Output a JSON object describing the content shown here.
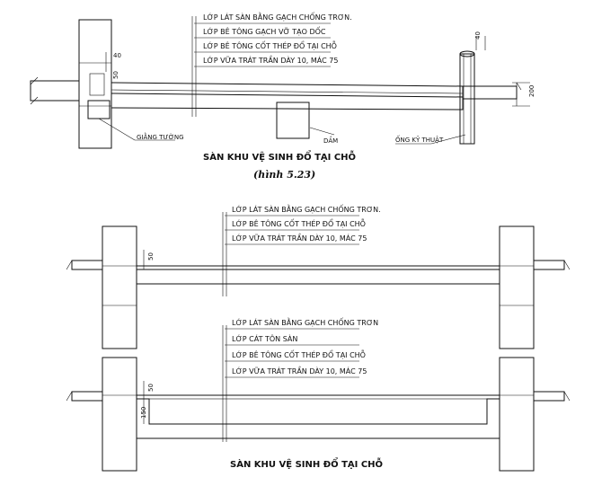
{
  "figure_caption": "(hình 5.23)",
  "section_top": {
    "title": "SÀN KHU VỆ SINH ĐỔ TẠI CHỖ",
    "layer_labels": [
      "LỚP LÁT SÀN BẰNG GẠCH CHỐNG TRƠN.",
      "LỚP BÊ TÔNG GẠCH VỠ TẠO DỐC",
      "LỚP BÊ TÔNG CỐT THÉP ĐỔ TẠI CHỖ",
      "LỚP VỮA TRÁT TRẦN DÀY 10, MÁC 75"
    ],
    "callouts": {
      "wall_beam": "GIẰNG TƯỜNG",
      "beam": "DẦM",
      "pipe": "ỐNG KỸ THUẬT"
    },
    "dimensions": {
      "d40_left": "40",
      "d50": "50",
      "d40_pipe": "40",
      "d200": "200"
    }
  },
  "section_middle": {
    "layer_labels": [
      "LỚP LÁT SÀN BẰNG GẠCH CHỐNG TRƠN.",
      "LỚP BÊ TÔNG CỐT THÉP ĐỔ TẠI CHỖ",
      "LỚP VỮA TRÁT TRẦN DÀY 10, MÁC 75"
    ],
    "dimensions": {
      "d50": "50"
    }
  },
  "section_bottom": {
    "title": "SÀN KHU VỆ SINH ĐỔ TẠI CHỖ",
    "layer_labels": [
      "LỚP LÁT SÀN BẰNG GẠCH CHỐNG TRƠN",
      "LỚP CÁT TÔN SÀN",
      "LỚP BÊ TÔNG CỐT THÉP ĐỔ TẠI CHỖ",
      "LỚP VỮA TRÁT TRẦN DÀY 10, MÁC 75"
    ],
    "dimensions": {
      "d50": "50",
      "d150": "150"
    }
  }
}
